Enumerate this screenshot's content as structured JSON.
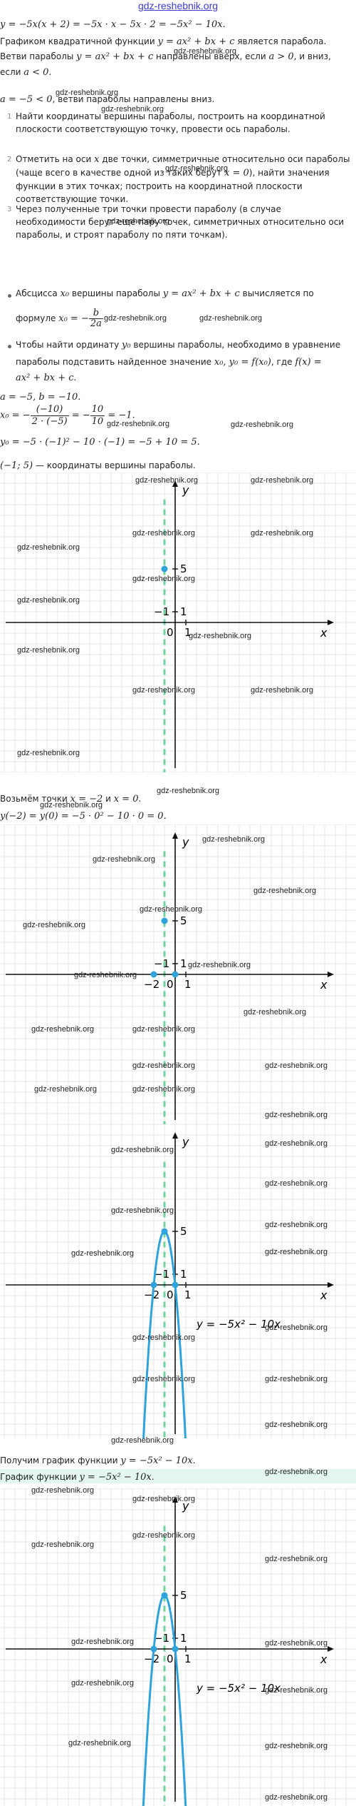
{
  "header": {
    "site": "gdz-reshebnik.org"
  },
  "lines": {
    "l1": "y = −5x(x + 2) = −5x · x − 5x · 2 = −5x² − 10x.",
    "l2a": "Графиком квадратичной функции ",
    "l2m": "y = ax² + bx + c",
    "l2b": " является парабола.",
    "l3a": "Ветви параболы ",
    "l3m": "y = ax² + bx + c",
    "l3b": " направлены вверх, если ",
    "l3c": "a > 0",
    "l3d": ", и вниз,",
    "l4a": "если ",
    "l4m": "a < 0",
    "l4b": ".",
    "l5m": "a = −5 < 0",
    "l5b": ", ветви параболы направлены вниз."
  },
  "steps": [
    {
      "num": "1",
      "text": "Найти координаты вершины параболы, построить на координатной плоскости соответствующую точку, провести ось параболы."
    },
    {
      "num": "2",
      "text1": "Отметить на оси ",
      "m1": "x",
      "text2": " две точки, симметричные относительно оси параболы (чаще всего в качестве одной из таких берут ",
      "m2": "x = 0",
      "text3": "), найти значения функции в этих точках; построить на координатной плоскости соответствующие точки."
    },
    {
      "num": "3",
      "text": "Через полученные три точки провести параболу (в случае необходимости берут еще пару точек, симметричных относительно оси параболы, и строят параболу по пяти точкам)."
    }
  ],
  "bullets": {
    "b1a": "Абсцисса ",
    "b1m1": "x₀",
    "b1b": " вершины параболы ",
    "b1m2": "y = ax² + bx + c",
    "b1c": " вычисляется по",
    "b1d": "формуле ",
    "b1m3": "x₀ = −",
    "b1num": "b",
    "b1den": "2a",
    "b2a": "Чтобы найти ординату ",
    "b2m1": "y₀",
    "b2b": " вершины параболы, необходимо в уравнение",
    "b2c": "параболы подставить найденное значение ",
    "b2m2": "x₀, y₀ = f(x₀)",
    "b2d": ", где ",
    "b2m3": "f(x) =",
    "b2m4": "ax² + bx + c",
    "b2e": "."
  },
  "calc": {
    "c1": "a = −5, b = −10.",
    "c2a": "x₀ = −",
    "c2n": "(−10)",
    "c2d": "2 · (−5)",
    "c2b": " = −",
    "c2n2": "10",
    "c2d2": "10",
    "c2c": " = −1.",
    "c3": "y₀ = −5 · (−1)² − 10 · (−1) = −5 + 10 = 5.",
    "c4m": "(−1; 5)",
    "c4b": " — координаты вершины параболы."
  },
  "mid": {
    "m1a": "Возьмём точки ",
    "m1m": "x = −2",
    "m1b": " и ",
    "m1c": "x = 0",
    "m1d": ".",
    "m2": "y(−2) = y(0) = −5 · 0² − 10 · 0 = 0."
  },
  "end": {
    "e1a": "Получим график функции ",
    "e1m": "y = −5x² − 10x",
    "e1b": ".",
    "e2a": "График функции ",
    "e2m": "y = −5x² − 10x",
    "e2b": "."
  },
  "graph": {
    "x_label": "x",
    "y_label": "y",
    "origin": "0",
    "tick_1": "1",
    "tick_m1": "−1",
    "tick_5": "5",
    "tick_m2": "−2",
    "curve_label": "y = −5x² − 10x",
    "vertex": [
      -1,
      5
    ],
    "roots": [
      -2,
      0
    ],
    "colors": {
      "curve": "#2ea3dc",
      "axis_line": "#6fd39a",
      "grid": "#e4e4e4",
      "axis": "#111111"
    }
  },
  "watermark": "gdz-reshebnik.org"
}
